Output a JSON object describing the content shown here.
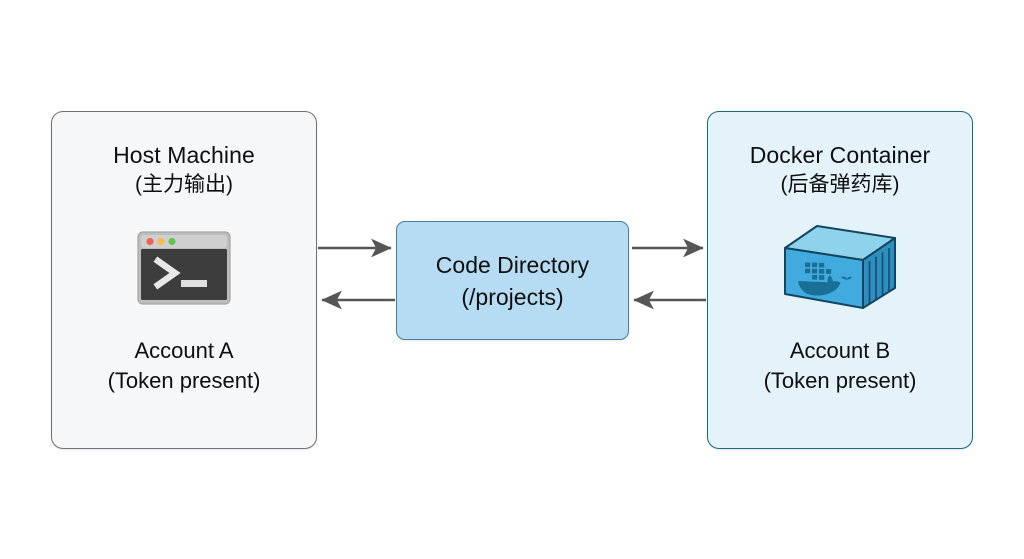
{
  "diagram": {
    "background_color": "#ffffff",
    "nodes": {
      "host": {
        "title": "Host Machine",
        "subtitle": "(主力输出)",
        "icon": "terminal-icon",
        "account": "Account A",
        "token_status": "(Token present)",
        "fill_color": "#f5f7f8",
        "border_color": "#6f7377"
      },
      "shared": {
        "line1": "Code Directory",
        "line2": "(/projects)",
        "fill_color": "#b6dcf4",
        "border_color": "#4a7c9b"
      },
      "docker": {
        "title": "Docker Container",
        "subtitle": "(后备弹药库)",
        "icon": "docker-container-icon",
        "account": "Account B",
        "token_status": "(Token present)",
        "fill_color": "#e4f3fa",
        "border_color": "#1b6b78"
      }
    },
    "connectors": [
      {
        "name": "host-to-shared",
        "direction": "right",
        "color": "#555555"
      },
      {
        "name": "shared-to-host",
        "direction": "left",
        "color": "#555555"
      },
      {
        "name": "shared-to-docker",
        "direction": "right",
        "color": "#555555"
      },
      {
        "name": "docker-to-shared",
        "direction": "left",
        "color": "#555555"
      }
    ],
    "icon_colors": {
      "terminal_body": "#3d3d3d",
      "terminal_frame": "#b8b8b8",
      "terminal_dot_red": "#ee5f56",
      "terminal_dot_yellow": "#f5bd4f",
      "terminal_dot_green": "#61c554",
      "docker_front": "#3fa9dd",
      "docker_side": "#2e8ec0",
      "docker_top": "#7fcbe8",
      "docker_outline": "#12455f",
      "docker_whale": "#1b6e96"
    }
  }
}
